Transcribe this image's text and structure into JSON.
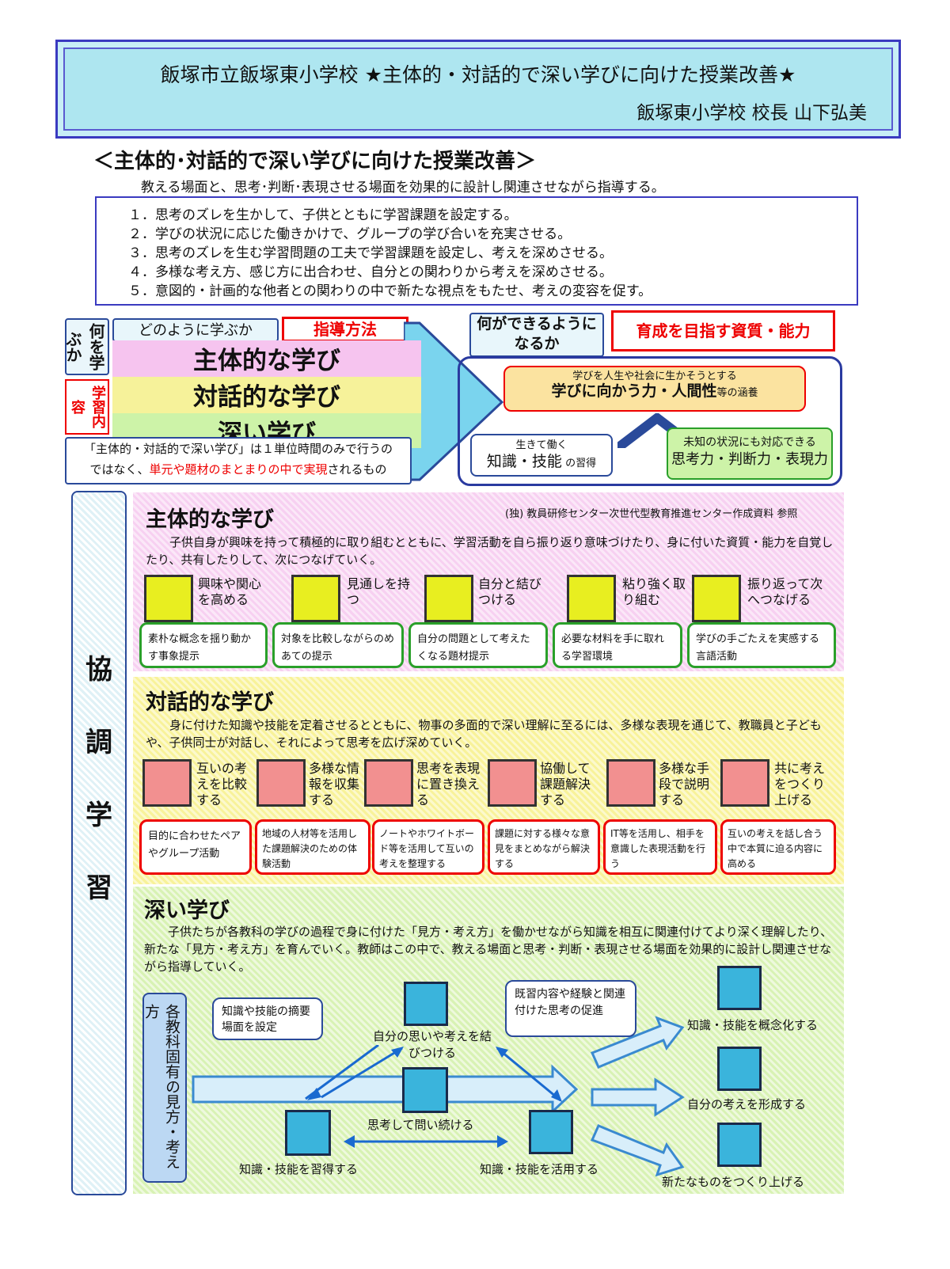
{
  "header": {
    "title": "飯塚市立飯塚東小学校 ★主体的・対話的で深い学びに向けた授業改善★",
    "author": "飯塚東小学校 校長 山下弘美"
  },
  "section_title": "＜主体的･対話的で深い学びに向けた授業改善＞",
  "intro": "教える場面と、思考･判断･表現させる場面を効果的に設計し関連させながら指導する。",
  "points": [
    "１．思考のズレを生かして、子供とともに学習課題を設定する。",
    "２．学びの状況に応じた働きかけで、グループの学び合いを充実させる。",
    "３．思考のズレを生む学習問題の工夫で学習課題を設定し、考えを深めさせる。",
    "４．多様な考え方、感じ方に出合わせ、自分との関わりから考えを深めさせる。",
    "５．意図的・計画的な他者との関わりの中で新たな視点をもたせ、考えの変容を促す。"
  ],
  "left_diagram": {
    "how_vertical": "何を学ぶか",
    "content_vertical": "学習内容",
    "how_label": "どのように学ぶか",
    "method_label": "指導方法",
    "bands": [
      "主体的な学び",
      "対話的な学び",
      "深い学び"
    ],
    "note_1": "「主体的・対話的で深い学び」は１単位時間のみで行うの",
    "note_2a": "ではなく、",
    "note_2b": "単元や題材のまとまりの中で実現",
    "note_2c": "されるもの"
  },
  "right_diagram": {
    "can_label": "何ができるようになるか",
    "qualities_label": "育成を目指す資質・能力",
    "top_small": "学びを人生や社会に生かそうとする",
    "top_main": "学びに向かう力・人間性",
    "top_suffix": "等の涵養",
    "left_small": "生きて働く",
    "left_main": "知識・技能",
    "left_suffix": "の習得",
    "right_small": "未知の状況にも対応できる",
    "right_main": "思考力・判断力・表現力"
  },
  "kyocho": "協調学習",
  "shutaiteki": {
    "heading": "主体的な学び",
    "reference": "(独) 教員研修センター次世代型教育推進センター作成資料 参照",
    "body": "子供自身が興味を持って積極的に取り組むとともに、学習活動を自ら振り返り意味づけたり、身に付いた資質・能力を自覚したり、共有したりして、次につなげていく。",
    "items": [
      {
        "label": "興味や関心を高める",
        "bubble": "素朴な概念を揺り動かす事象提示",
        "icon": "interest-icon"
      },
      {
        "label": "見通しを持つ",
        "bubble": "対象を比較しながらのめあての提示",
        "icon": "telescope-icon"
      },
      {
        "label": "自分と結びつける",
        "bubble": "自分の問題として考えたくなる題材提示",
        "icon": "self-icon"
      },
      {
        "label": "粘り強く取り組む",
        "bubble": "必要な材料を手に取れる学習環境",
        "icon": "persevere-icon"
      },
      {
        "label": "振り返って次へつなげる",
        "bubble": "学びの手ごたえを実感する言語活動",
        "icon": "reflect-icon"
      }
    ]
  },
  "taiwateki": {
    "heading": "対話的な学び",
    "body": "身に付けた知識や技能を定着させるとともに、物事の多面的で深い理解に至るには、多様な表現を通じて、教職員と子どもや、子供同士が対話し、それによって思考を広げ深めていく。",
    "items": [
      {
        "label": "互いの考えを比較する",
        "bubble": "目的に合わせたペアやグループ活動",
        "icon": "pair-icon"
      },
      {
        "label": "多様な情報を収集する",
        "bubble": "地域の人材等を活用した課題解決のための体験活動",
        "icon": "people-icon"
      },
      {
        "label": "思考を表現に置き換える",
        "bubble": "ノートやホワイトボード等を活用して互いの考えを整理する",
        "icon": "whiteboard-icon"
      },
      {
        "label": "協働して課題解決する",
        "bubble": "課題に対する様々な意見をまとめながら解決する",
        "icon": "collaborate-icon"
      },
      {
        "label": "多様な手段で説明する",
        "bubble": "IT等を活用し、相手を意識した表現活動を行う",
        "icon": "presentation-icon"
      },
      {
        "label": "共に考えをつくり上げる",
        "bubble": "互いの考えを話し合う中で本質に迫る内容に高める",
        "icon": "team-icon"
      }
    ]
  },
  "fukai": {
    "heading": "深い学び",
    "body": "子供たちが各教科の学びの過程で身に付けた「見方・考え方」を働かせながら知識を相互に関連付けてより深く理解したり、新たな「見方・考え方」を育んでいく。教師はこの中で、教える場面と思考・判断・表現させる場面を効果的に設計し関連させながら指導していく。",
    "viewpoint": "各教科固有の見方・考え方",
    "bubble_left": "知識や技能の摘要場面を設定",
    "bubble_right": "既習内容や経験と関連付けた思考の促進",
    "node_top": "自分の思いや考えを結びつける",
    "node_mid": "思考して問い続ける",
    "node_bl": "知識・技能を習得する",
    "node_br": "知識・技能を活用する",
    "out1": "知識・技能を概念化する",
    "out2": "自分の考えを形成する",
    "out3": "新たなものをつくり上げる"
  }
}
